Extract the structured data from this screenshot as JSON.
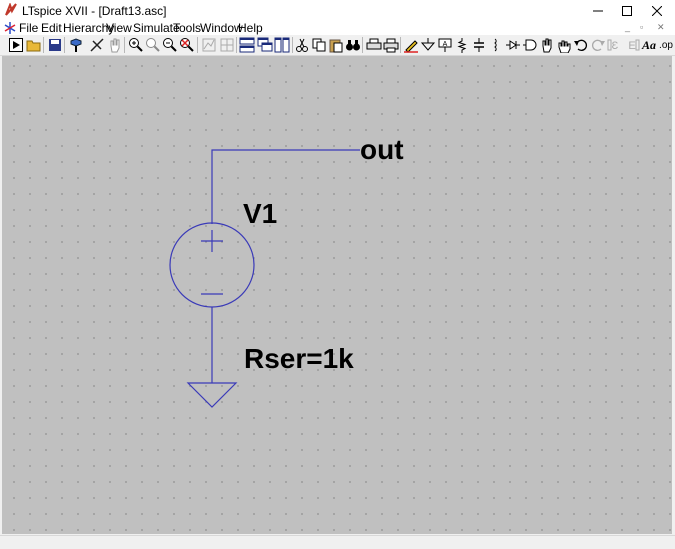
{
  "window": {
    "title": "LTspice XVII - [Draft13.asc]",
    "minimize_glyph": "—",
    "maximize_glyph": "☐",
    "close_glyph": "✕"
  },
  "menu": {
    "file": "File",
    "edit": "Edit",
    "hierarchy": "Hierarchy",
    "view": "View",
    "simulate": "Simulate",
    "tools": "Tools",
    "window": "Window",
    "help": "Help"
  },
  "toolbar_text": {
    "font_label": "Aa",
    "spice_directive_label": ".op"
  },
  "schematic": {
    "net_label": "out",
    "source_name": "V1",
    "source_value": "Rser=1k",
    "wire_color": "#3a3ab8",
    "background_color": "#c0c0c0"
  }
}
